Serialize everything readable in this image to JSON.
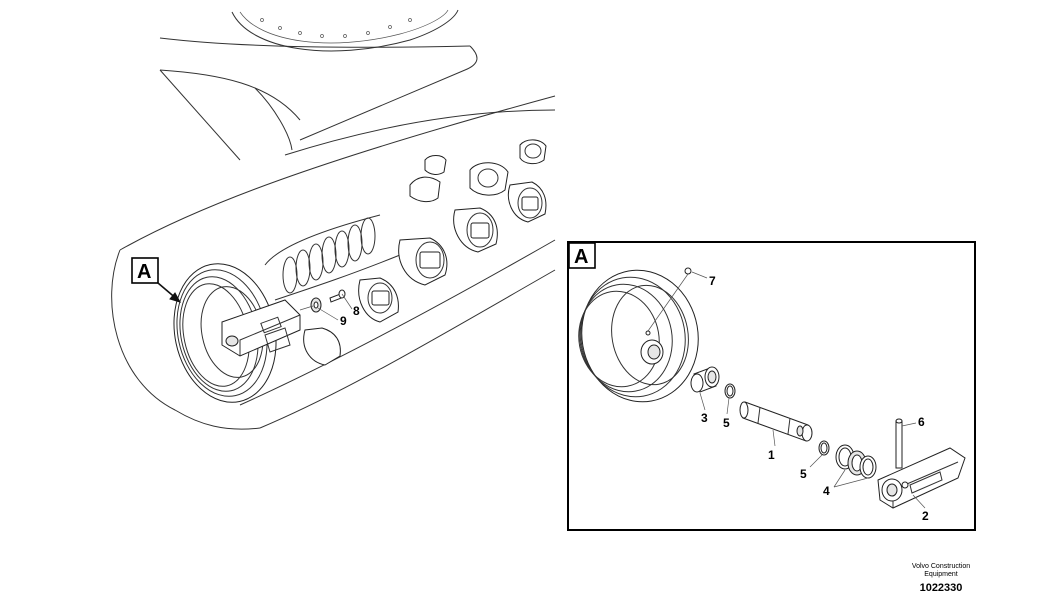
{
  "view": {
    "letter": "A"
  },
  "callouts": {
    "c1": "1",
    "c2": "2",
    "c3": "3",
    "c4": "4",
    "c5a": "5",
    "c5b": "5",
    "c6": "6",
    "c7": "7",
    "c8": "8",
    "c9": "9"
  },
  "footer": {
    "credit_line1": "Volvo Construction",
    "credit_line2": "Equipment",
    "part_number": "1022330"
  }
}
